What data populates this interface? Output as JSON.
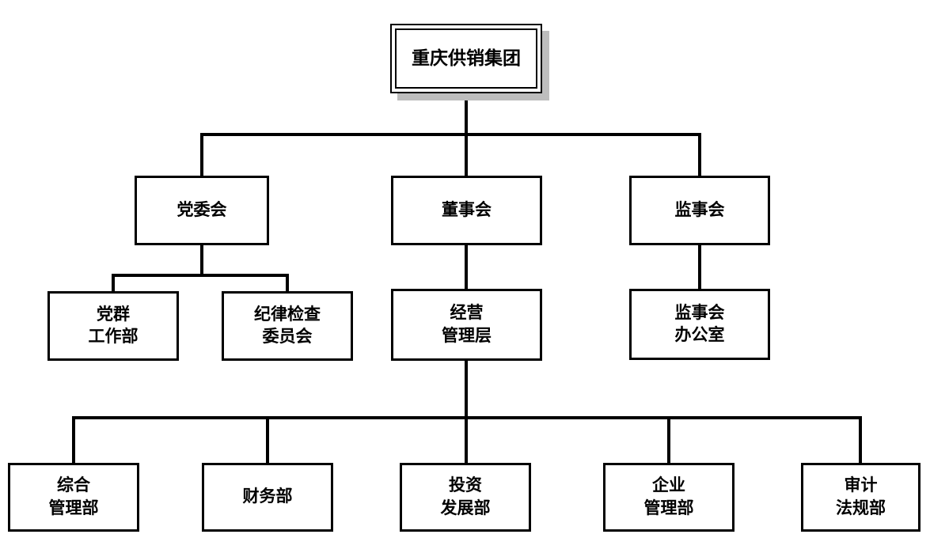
{
  "nodes": {
    "root": {
      "label": "重庆供销集团",
      "parent": null
    },
    "party_committee": {
      "label": "党委会",
      "parent": "root"
    },
    "board_directors": {
      "label": "董事会",
      "parent": "root"
    },
    "supervisory_board": {
      "label": "监事会",
      "parent": "root"
    },
    "party_mass_work": {
      "label": "党群\n工作部",
      "parent": "party_committee"
    },
    "discipline_inspection": {
      "label": "纪律检查\n委员会",
      "parent": "party_committee"
    },
    "management": {
      "label": "经营\n管理层",
      "parent": "board_directors"
    },
    "supervisory_office": {
      "label": "监事会\n办公室",
      "parent": "supervisory_board"
    },
    "general_management": {
      "label": "综合\n管理部",
      "parent": "management"
    },
    "finance": {
      "label": "财务部",
      "parent": "management"
    },
    "investment_development": {
      "label": "投资\n发展部",
      "parent": "management"
    },
    "enterprise_management": {
      "label": "企业\n管理部",
      "parent": "management"
    },
    "audit_legal": {
      "label": "审计\n法规部",
      "parent": "management"
    }
  },
  "colors": {
    "line": "#000000",
    "box_border": "#000000",
    "box_background": "#ffffff",
    "root_shadow": "#bdbdbd",
    "background": "#ffffff",
    "text": "#000000"
  }
}
